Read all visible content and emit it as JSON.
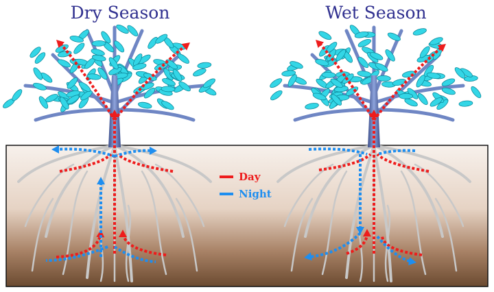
{
  "panels": [
    {
      "title": "Dry Season"
    },
    {
      "title": "Wet Season"
    }
  ],
  "legend": [
    {
      "label": "Day",
      "color": "#ee1c1c"
    },
    {
      "label": "Night",
      "color": "#1e8ef0"
    }
  ],
  "colors": {
    "leaf": "#33d6e6",
    "leaf_dark": "#0f8a9c",
    "trunk": "#6f86c4",
    "root": "#c8c8c8",
    "soil_top": "#f7f1ec",
    "soil_bottom": "#6b4a30",
    "title": "#2f2f8f"
  }
}
